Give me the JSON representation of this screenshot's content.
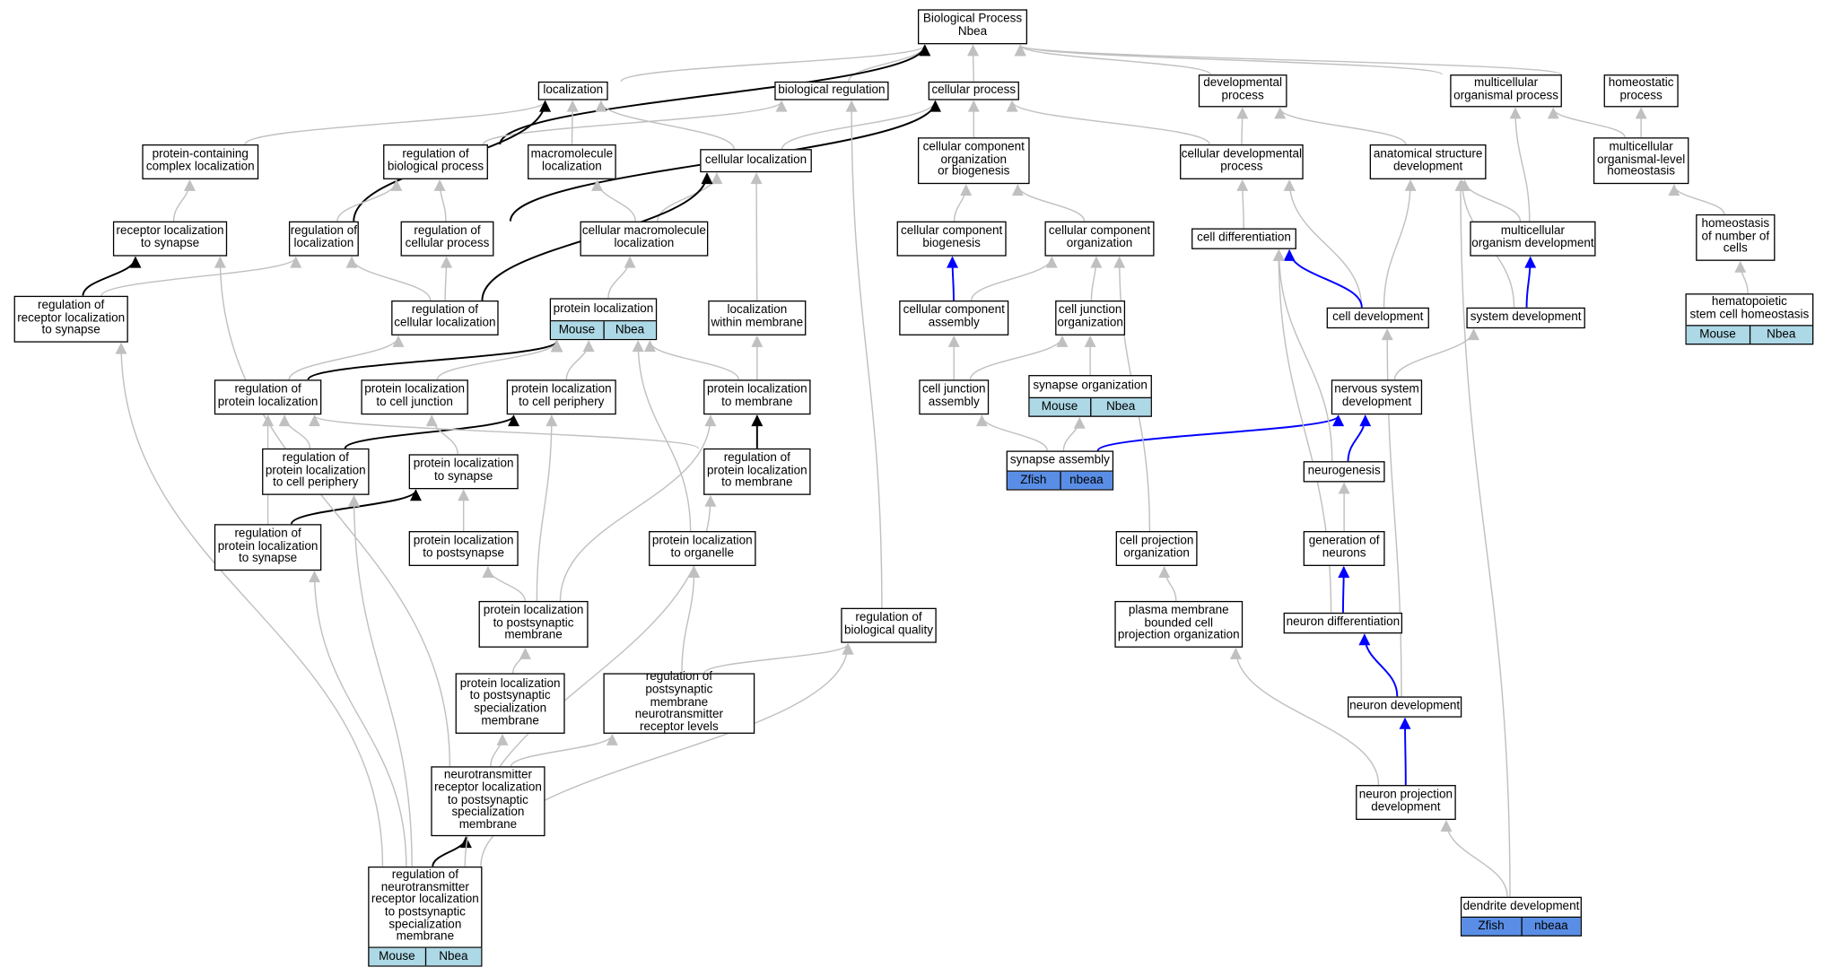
{
  "colors": {
    "edge_gray": "#c0c0c0",
    "edge_black": "#000000",
    "edge_blue": "#0000ff",
    "mouse_fill": "#add8e6",
    "zfish_fill": "#5a8ee6"
  },
  "nodes": {
    "biological_process": "Biological Process\nNbea",
    "localization": "localization",
    "biological_regulation": "biological regulation",
    "cellular_process": "cellular process",
    "developmental_process": "developmental\nprocess",
    "multicellular_organismal_process": "multicellular\norganismal process",
    "homeostatic_process": "homeostatic\nprocess",
    "protein_containing_complex_localization": "protein-containing\ncomplex localization",
    "regulation_of_biological_process": "regulation of\nbiological process",
    "macromolecule_localization": "macromolecule\nlocalization",
    "cellular_localization": "cellular localization",
    "cellular_component_organization_or_biogenesis": "cellular component\norganization\nor biogenesis",
    "cellular_developmental_process": "cellular developmental\nprocess",
    "anatomical_structure_development": "anatomical structure\ndevelopment",
    "multicellular_organismal_level_homeostasis": "multicellular\norganismal-level\nhomeostasis",
    "receptor_localization_to_synapse": "receptor localization\nto synapse",
    "regulation_of_localization": "regulation of\nlocalization",
    "regulation_of_cellular_process": "regulation of\ncellular process",
    "cellular_macromolecule_localization": "cellular macromolecule\nlocalization",
    "cellular_component_biogenesis": "cellular component\nbiogenesis",
    "cellular_component_organization": "cellular component\norganization",
    "cell_differentiation": "cell differentiation",
    "multicellular_organism_development": "multicellular\norganism development",
    "homeostasis_of_number_of_cells": "homeostasis\nof number of\ncells",
    "regulation_of_receptor_localization_to_synapse": "regulation of\nreceptor localization\nto synapse",
    "regulation_of_cellular_localization": "regulation of\ncellular localization",
    "protein_localization": "protein localization",
    "localization_within_membrane": "localization\nwithin membrane",
    "cellular_component_assembly": "cellular component\nassembly",
    "cell_junction_organization": "cell junction\norganization",
    "cell_development": "cell development",
    "system_development": "system development",
    "hematopoietic_stem_cell_homeostasis": "hematopoietic\nstem cell homeostasis",
    "regulation_of_protein_localization": "regulation of\nprotein localization",
    "protein_localization_to_cell_junction": "protein localization\nto cell junction",
    "protein_localization_to_cell_periphery": "protein localization\nto cell periphery",
    "protein_localization_to_membrane": "protein localization\nto membrane",
    "cell_junction_assembly": "cell junction\nassembly",
    "synapse_organization": "synapse organization",
    "nervous_system_development": "nervous system\ndevelopment",
    "regulation_of_protein_localization_to_cell_periphery": "regulation of\nprotein localization\nto cell periphery",
    "protein_localization_to_synapse": "protein localization\nto synapse",
    "regulation_of_protein_localization_to_membrane": "regulation of\nprotein localization\nto membrane",
    "synapse_assembly": "synapse assembly",
    "neurogenesis": "neurogenesis",
    "regulation_of_protein_localization_to_synapse": "regulation of\nprotein localization\nto synapse",
    "protein_localization_to_postsynapse": "protein localization\nto postsynapse",
    "protein_localization_to_organelle": "protein localization\nto organelle",
    "cell_projection_organization": "cell projection\norganization",
    "generation_of_neurons": "generation of\nneurons",
    "protein_localization_to_postsynaptic_membrane": "protein localization\nto postsynaptic\nmembrane",
    "regulation_of_biological_quality": "regulation of\nbiological quality",
    "plasma_membrane_bounded_cell_projection_organization": "plasma membrane\nbounded cell\nprojection organization",
    "neuron_differentiation": "neuron differentiation",
    "protein_localization_to_postsynaptic_specialization_membrane": "protein localization\nto postsynaptic\nspecialization\nmembrane",
    "regulation_of_postsynaptic_membrane_neurotransmitter_receptor_levels": "regulation of\npostsynaptic\nmembrane neurotransmitter\nreceptor levels",
    "neuron_development": "neuron development",
    "neurotransmitter_receptor_localization_to_postsynaptic_specialization_membrane": "neurotransmitter\nreceptor localization\nto postsynaptic\nspecialization\nmembrane",
    "neuron_projection_development": "neuron projection\ndevelopment",
    "regulation_of_neurotransmitter_receptor_localization_to_postsynaptic_specialization_membrane": "regulation of\nneurotransmitter\nreceptor localization\nto postsynaptic\nspecialization\nmembrane",
    "dendrite_development": "dendrite development"
  },
  "annotations": {
    "hematopoietic_stem_cell_homeostasis": [
      "Mouse",
      "Nbea"
    ],
    "protein_localization": [
      "Mouse",
      "Nbea"
    ],
    "synapse_organization": [
      "Mouse",
      "Nbea"
    ],
    "synapse_assembly": [
      "Zfish",
      "nbeaa"
    ],
    "regulation_of_neurotransmitter_receptor_localization_to_postsynaptic_specialization_membrane": [
      "Mouse",
      "Nbea"
    ],
    "dendrite_development": [
      "Zfish",
      "nbeaa"
    ]
  }
}
